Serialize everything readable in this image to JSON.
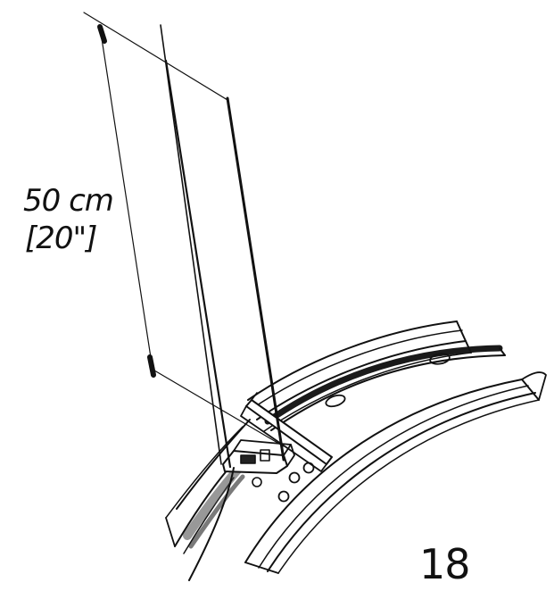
{
  "dimension": {
    "metric": "50 cm",
    "imperial": "[20\"]"
  },
  "figure_number": "18",
  "colors": {
    "ink": "#111111",
    "background": "#ffffff"
  }
}
